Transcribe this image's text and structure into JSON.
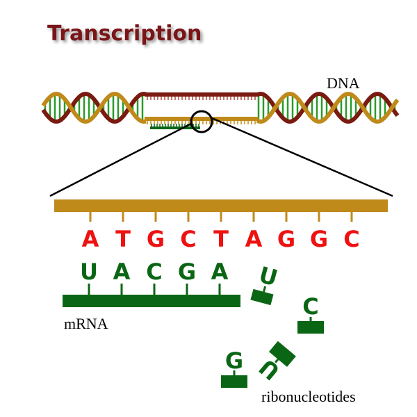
{
  "title": "Transcription",
  "labels": {
    "dna": "DNA",
    "mrna": "mRNA",
    "ribonucleotides": "ribonucleotides"
  },
  "dna_template": [
    "A",
    "T",
    "G",
    "C",
    "T",
    "A",
    "G",
    "G",
    "C"
  ],
  "mrna_bases": [
    "U",
    "A",
    "C",
    "G",
    "A"
  ],
  "free_nucleotides": [
    "U",
    "C",
    "U",
    "G"
  ],
  "colors": {
    "dna_strand": "#c08a1a",
    "dna_strand_dark": "#7a1a10",
    "template_base": "#ee1111",
    "rna": "#0a6614",
    "title": "#7a1518"
  }
}
